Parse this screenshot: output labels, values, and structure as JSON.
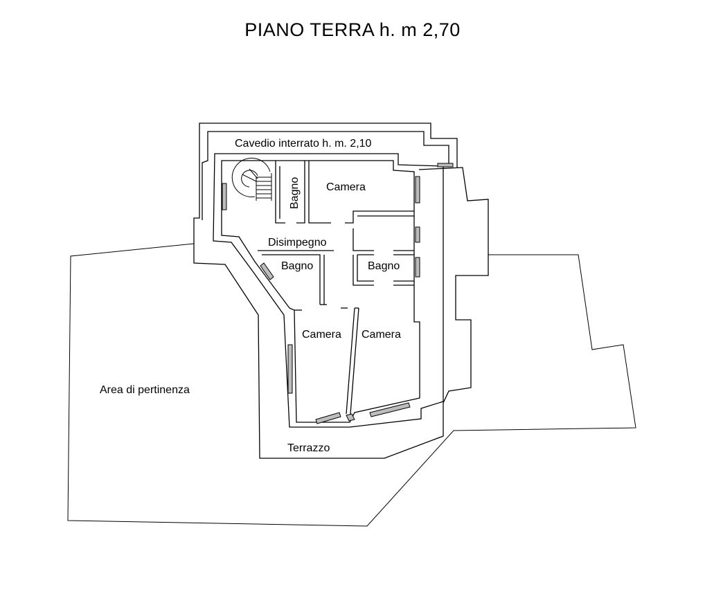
{
  "title": "PIANO TERRA h. m 2,70",
  "labels": {
    "cavedio": "Cavedio interrato h. m. 2,10",
    "bagno_top": "Bagno",
    "camera_top": "Camera",
    "disimpegno": "Disimpegno",
    "bagno_left": "Bagno",
    "bagno_right": "Bagno",
    "camera_left": "Camera",
    "camera_right": "Camera",
    "area_pertinenza": "Area di pertinenza",
    "terrazzo": "Terrazzo"
  },
  "colors": {
    "line": "#000000",
    "window_fill": "#bdbdbd",
    "background": "#ffffff"
  }
}
